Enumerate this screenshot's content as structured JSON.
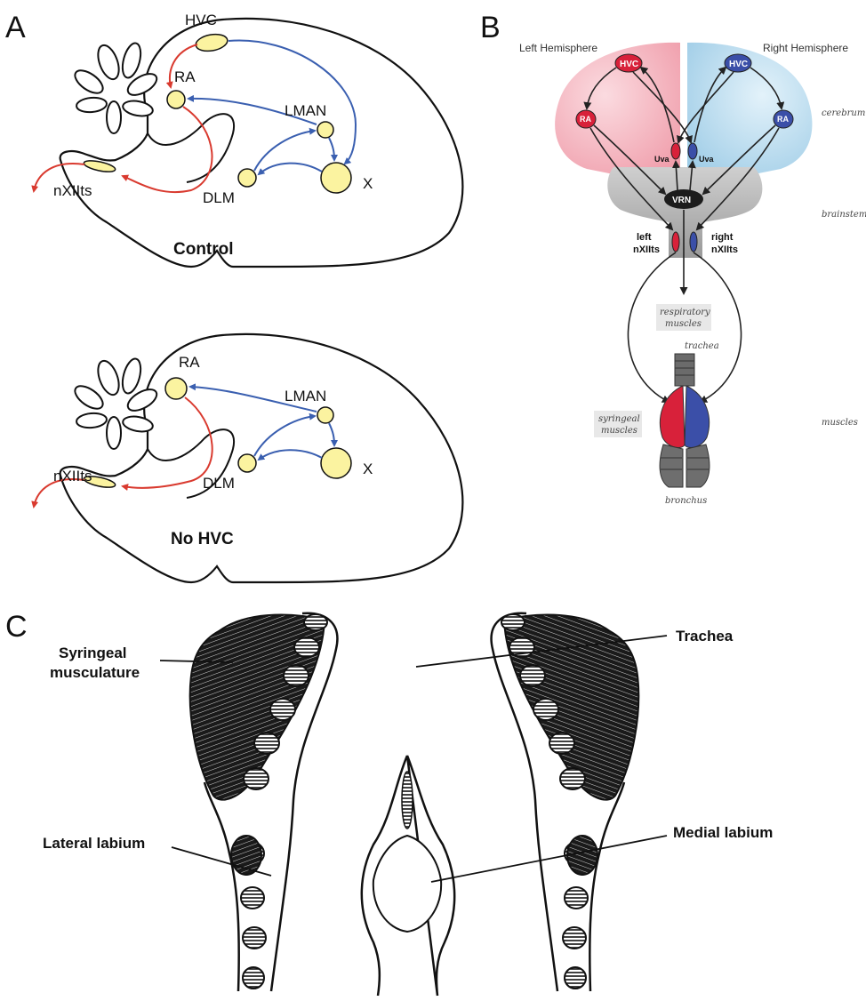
{
  "panels": {
    "a": {
      "letter": "A",
      "control": {
        "title": "Control",
        "nodes": {
          "hvc": "HVC",
          "ra": "RA",
          "lman": "LMAN",
          "dlm": "DLM",
          "x": "X",
          "nxiits": "nXIIts"
        }
      },
      "no_hvc": {
        "title": "No HVC",
        "nodes": {
          "ra": "RA",
          "lman": "LMAN",
          "dlm": "DLM",
          "x": "X",
          "nxiits": "nXIIts"
        }
      },
      "colors": {
        "motor_path": "#d93a2f",
        "anterior_path": "#3a5fb0",
        "nucleus_fill": "#fbf3a0"
      }
    },
    "b": {
      "letter": "B",
      "hemispheres": {
        "left": "Left Hemisphere",
        "right": "Right Hemisphere"
      },
      "regions": {
        "cerebrum": "cerebrum",
        "brainstem": "brainstem",
        "muscles": "muscles"
      },
      "nodes": {
        "left_hvc": "HVC",
        "right_hvc": "HVC",
        "left_ra": "RA",
        "right_ra": "RA",
        "left_uva": "Uva",
        "right_uva": "Uva",
        "vrn": "VRN",
        "left_nxiits": "left nXIIts",
        "right_nxiits": "right nXIIts",
        "left_nxiits_l1": "left",
        "left_nxiits_l2": "nXIIts",
        "right_nxiits_l1": "right",
        "right_nxiits_l2": "nXIIts"
      },
      "structures": {
        "respiratory_l1": "respiratory",
        "respiratory_l2": "muscles",
        "trachea": "trachea",
        "syringeal_l1": "syringeal",
        "syringeal_l2": "muscles",
        "bronchus": "bronchus"
      },
      "colors": {
        "left": "#d8213a",
        "right": "#3b4fa8",
        "left_bg": "#f3b6bf",
        "right_bg": "#b9dcef"
      }
    },
    "c": {
      "letter": "C",
      "labels": {
        "syringeal_l1": "Syringeal",
        "syringeal_l2": "musculature",
        "trachea": "Trachea",
        "lateral_labium": "Lateral labium",
        "medial_labium": "Medial labium"
      }
    }
  }
}
